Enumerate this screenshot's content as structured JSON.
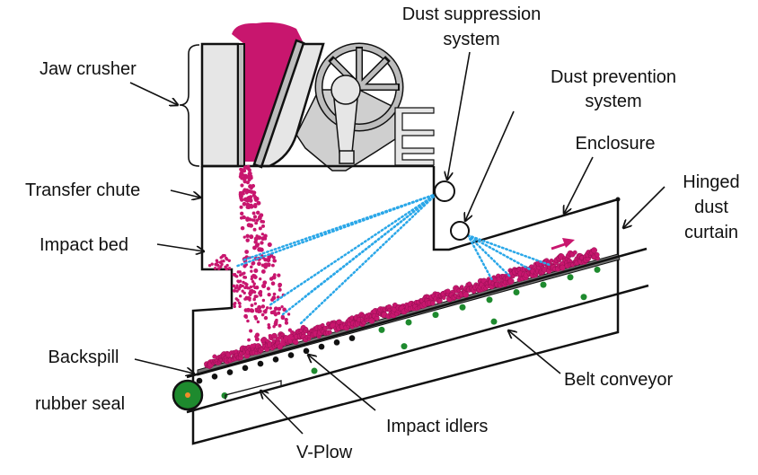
{
  "labels": {
    "jaw_crusher": "Jaw crusher",
    "dust_suppression": [
      "Dust suppression",
      "system"
    ],
    "dust_prevention": [
      "Dust prevention",
      "system"
    ],
    "enclosure": "Enclosure",
    "hinged_dust_curtain": [
      "Hinged",
      "dust",
      "curtain"
    ],
    "transfer_chute": "Transfer chute",
    "impact_bed": "Impact bed",
    "backspill_seal": [
      "Backspill",
      "rubber seal"
    ],
    "belt_conveyor": "Belt conveyor",
    "impact_idlers": "Impact idlers",
    "v_plow": "V-Plow"
  },
  "colors": {
    "material": "#c8166e",
    "idler_impact": "#111111",
    "idler_standard": "#1e8a2e",
    "spray": "#2aa7e8",
    "pulley": "#1e8a2e",
    "housing": "#e6e6e6",
    "frame": "#c8c8c8"
  }
}
